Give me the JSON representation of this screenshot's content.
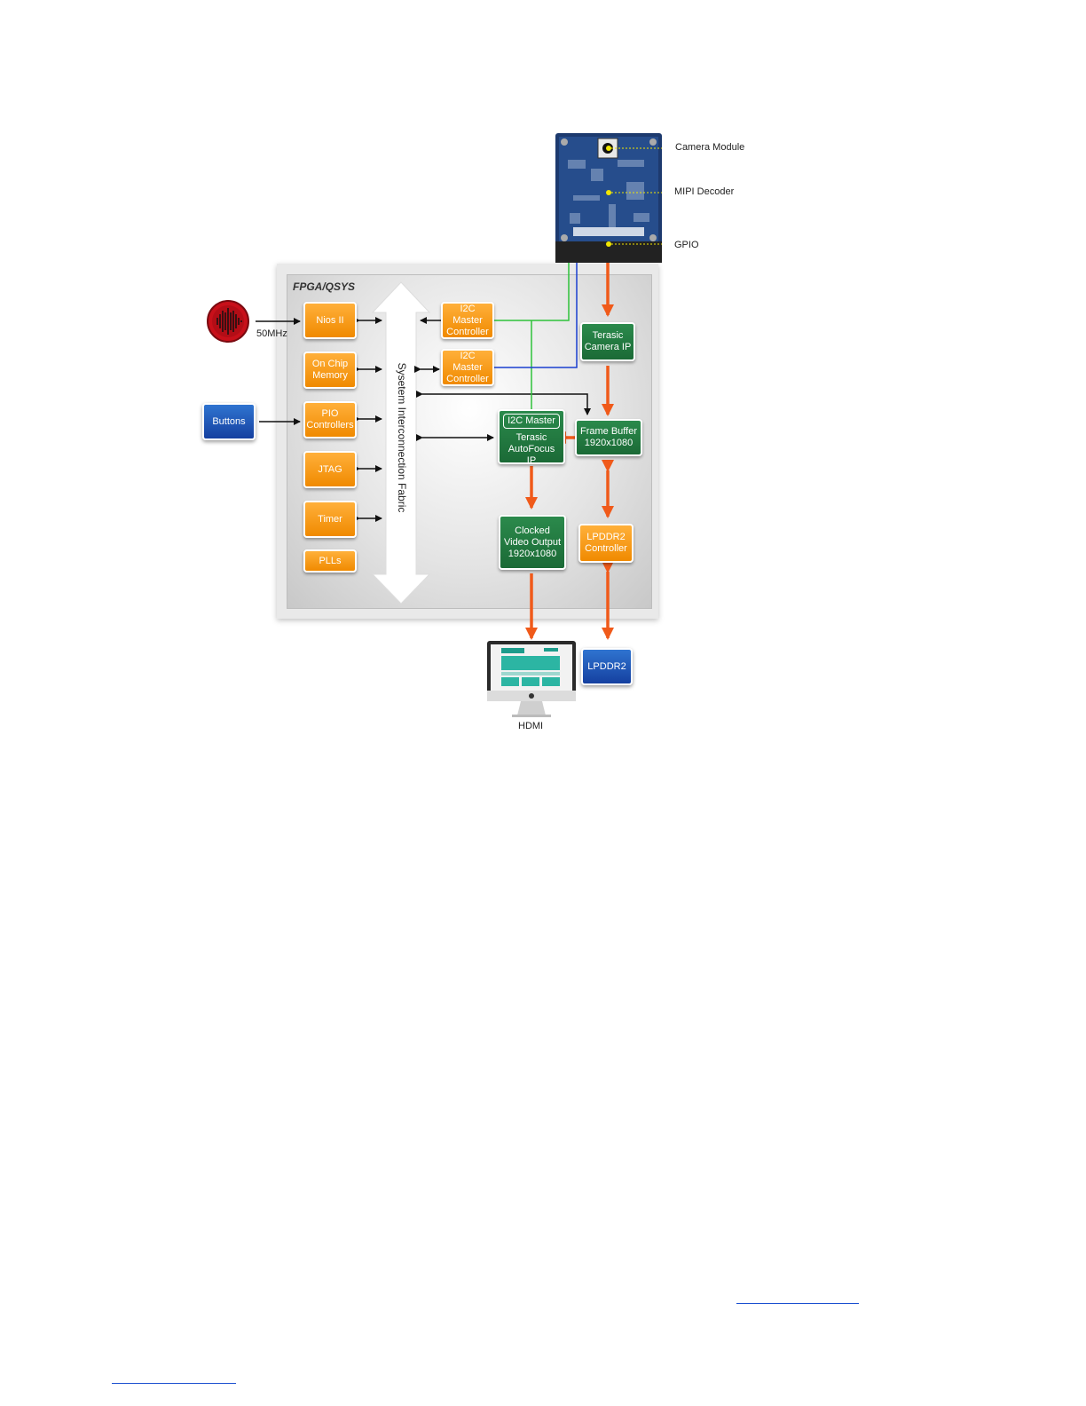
{
  "panel": {
    "title": "FPGA/QSYS"
  },
  "fabric": {
    "label": "Sysetem Interconnection Fabric"
  },
  "left_blocks": {
    "nios": "Nios II",
    "onchip": "On Chip Memory",
    "pio": "PIO Controllers",
    "jtag": "JTAG",
    "timer": "Timer",
    "plls": "PLLs"
  },
  "i2c_blocks": {
    "i2c1": "I2C Master Controller",
    "i2c2": "I2C Master Controller"
  },
  "green_blocks": {
    "camera_ip": "Terasic Camera IP",
    "autofocus_header": "I2C Master",
    "autofocus": "Terasic AutoFocus IP",
    "frame_buffer": "Frame Buffer 1920x1080",
    "cvo": "Clocked Video Output 1920x1080"
  },
  "memory": {
    "controller": "LPDDR2 Controller",
    "chip": "LPDDR2"
  },
  "external": {
    "buttons": "Buttons",
    "clock": "50MHz",
    "hdmi": "HDMI"
  },
  "camera_labels": {
    "module": "Camera Module",
    "decoder": "MIPI Decoder",
    "gpio": "GPIO"
  },
  "colors": {
    "orange_block": "#f08a00",
    "green_block": "#1b6a36",
    "blue_block": "#1540a0",
    "video_arrow": "#f05a1a",
    "i2c_line_green": "#2ec23a",
    "i2c_line_blue": "#1a3fd0"
  }
}
